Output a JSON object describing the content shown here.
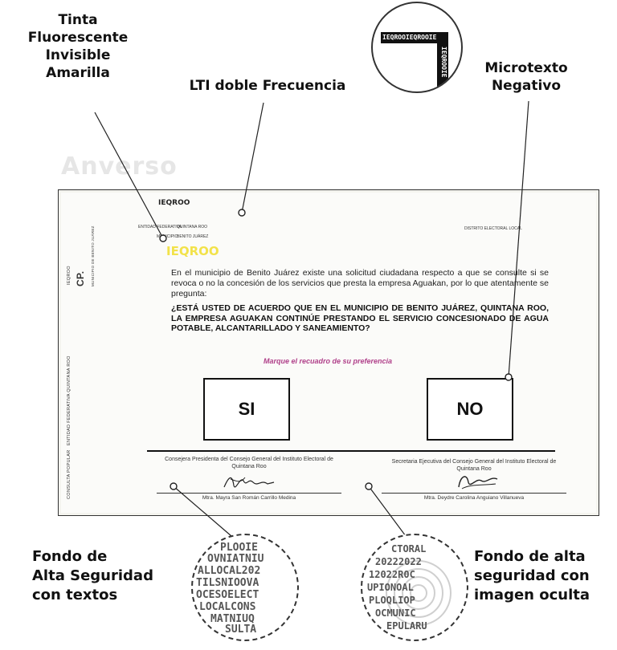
{
  "callouts": {
    "tinta": [
      "Tinta",
      "Fluorescente",
      "Invisible",
      "Amarilla"
    ],
    "lti": "LTI doble Frecuencia",
    "microtexto": [
      "Microtexto",
      "Negativo"
    ],
    "fondo_textos": [
      "Fondo de",
      "Alta Seguridad",
      "con textos"
    ],
    "fondo_imagen": [
      "Fondo de alta",
      "seguridad con",
      "imagen oculta"
    ]
  },
  "side_label": "Anverso",
  "ballot": {
    "logo_top": "IEQROO",
    "logo_color": "IEQROO",
    "header": {
      "entidad_label": "ENTIDAD FEDERATIVA",
      "entidad_value": "QUINTANA ROO",
      "municipio_label": "MUNICIPIO",
      "municipio_value": "BENITO JUÁREZ",
      "distrito": "DISTRITO ELECTORAL LOCAL"
    },
    "vertical": {
      "consulta": "CONSULTA POPULAR",
      "entidad": "ENTIDAD FEDERATIVA QUINTANA ROO",
      "ieqroo": "IEQROO",
      "cp": "CP.",
      "municipio": "MUNICIPIO DE BENITO JUÁREZ"
    },
    "intro": "En el municipio de Benito Juárez existe una solicitud ciudadana respecto a que se consulte si se revoca o no la concesión de los servicios que presta la empresa Aguakan, por lo que atentamente se pregunta:",
    "question": "¿ESTÁ USTED DE ACUERDO QUE EN EL MUNICIPIO DE BENITO JUÁREZ, QUINTANA ROO, LA EMPRESA AGUAKAN CONTINÚE PRESTANDO EL SERVICIO CONCESIONADO DE AGUA POTABLE, ALCANTARILLADO Y SANEAMIENTO?",
    "instruction": "Marque el recuadro de su preferencia",
    "option_yes": "SI",
    "option_no": "NO",
    "sig_left_caption": "Consejera Presidenta del Consejo General del Instituto Electoral de Quintana Roo",
    "sig_left_name": "Mtra. Mayra San Román Carrillo Medina",
    "sig_right_caption": "Secretaria Ejecutiva del Consejo General del Instituto Electoral de Quintana Roo",
    "sig_right_name": "Mtra. Deydre Carolina Anguiano Villanueva"
  },
  "magnifiers": {
    "top_lines": [
      "IEQROOIEQROOIE",
      "IEQROOIE"
    ],
    "left_lines": [
      "PLOOIE",
      "OVNIATNIU",
      "ALLOCAL202",
      "TILSNIOOVA",
      "OCESOELECT",
      "LOCALCONS",
      "MATNIUQ",
      "SULTA"
    ],
    "right_lines": [
      "CTORAL",
      "20222022",
      "12022R0C",
      "UPIONOAL",
      "PLOQLIOP",
      "OCMUNIC",
      "EPULARU"
    ]
  },
  "colors": {
    "instruction": "#b0408a",
    "fluorescent": "#f2e24a",
    "ink": "#111111"
  }
}
